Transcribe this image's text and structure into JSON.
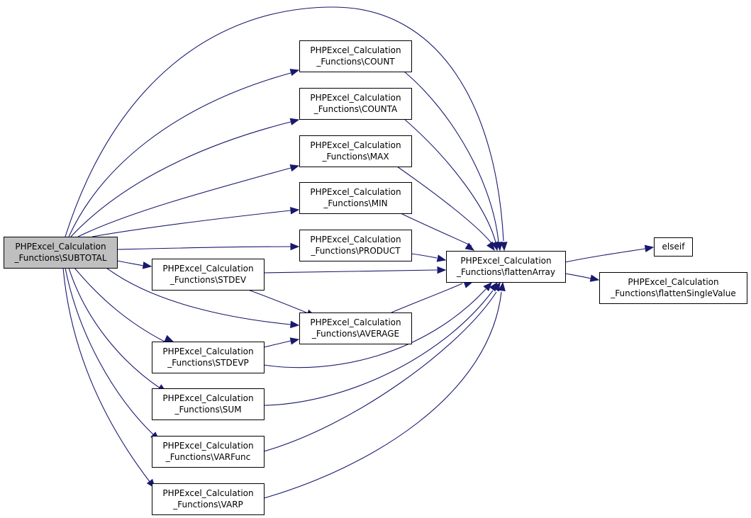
{
  "graph": {
    "nodes": [
      {
        "id": "subtotal",
        "lines": [
          "PHPExcel_Calculation",
          "_Functions\\SUBTOTAL"
        ],
        "highlighted": true
      },
      {
        "id": "count",
        "lines": [
          "PHPExcel_Calculation",
          "_Functions\\COUNT"
        ]
      },
      {
        "id": "counta",
        "lines": [
          "PHPExcel_Calculation",
          "_Functions\\COUNTA"
        ]
      },
      {
        "id": "max",
        "lines": [
          "PHPExcel_Calculation",
          "_Functions\\MAX"
        ]
      },
      {
        "id": "min",
        "lines": [
          "PHPExcel_Calculation",
          "_Functions\\MIN"
        ]
      },
      {
        "id": "product",
        "lines": [
          "PHPExcel_Calculation",
          "_Functions\\PRODUCT"
        ]
      },
      {
        "id": "stdev",
        "lines": [
          "PHPExcel_Calculation",
          "_Functions\\STDEV"
        ]
      },
      {
        "id": "average",
        "lines": [
          "PHPExcel_Calculation",
          "_Functions\\AVERAGE"
        ]
      },
      {
        "id": "stdevp",
        "lines": [
          "PHPExcel_Calculation",
          "_Functions\\STDEVP"
        ]
      },
      {
        "id": "sum",
        "lines": [
          "PHPExcel_Calculation",
          "_Functions\\SUM"
        ]
      },
      {
        "id": "varfunc",
        "lines": [
          "PHPExcel_Calculation",
          "_Functions\\VARFunc"
        ]
      },
      {
        "id": "varp",
        "lines": [
          "PHPExcel_Calculation",
          "_Functions\\VARP"
        ]
      },
      {
        "id": "flattenarray",
        "lines": [
          "PHPExcel_Calculation",
          "_Functions\\flattenArray"
        ]
      },
      {
        "id": "elseif",
        "lines": [
          "elseif"
        ]
      },
      {
        "id": "flattensinglevalue",
        "lines": [
          "PHPExcel_Calculation",
          "_Functions\\flattenSingleValue"
        ]
      }
    ],
    "edges": [
      {
        "from": "subtotal",
        "to": "count"
      },
      {
        "from": "subtotal",
        "to": "counta"
      },
      {
        "from": "subtotal",
        "to": "max"
      },
      {
        "from": "subtotal",
        "to": "min"
      },
      {
        "from": "subtotal",
        "to": "product"
      },
      {
        "from": "subtotal",
        "to": "stdev"
      },
      {
        "from": "subtotal",
        "to": "average"
      },
      {
        "from": "subtotal",
        "to": "stdevp"
      },
      {
        "from": "subtotal",
        "to": "sum"
      },
      {
        "from": "subtotal",
        "to": "varfunc"
      },
      {
        "from": "subtotal",
        "to": "varp"
      },
      {
        "from": "subtotal",
        "to": "flattenarray"
      },
      {
        "from": "count",
        "to": "flattenarray"
      },
      {
        "from": "counta",
        "to": "flattenarray"
      },
      {
        "from": "max",
        "to": "flattenarray"
      },
      {
        "from": "min",
        "to": "flattenarray"
      },
      {
        "from": "product",
        "to": "flattenarray"
      },
      {
        "from": "stdev",
        "to": "flattenarray"
      },
      {
        "from": "stdev",
        "to": "average"
      },
      {
        "from": "average",
        "to": "flattenarray"
      },
      {
        "from": "stdevp",
        "to": "average"
      },
      {
        "from": "stdevp",
        "to": "flattenarray"
      },
      {
        "from": "sum",
        "to": "flattenarray"
      },
      {
        "from": "varfunc",
        "to": "flattenarray"
      },
      {
        "from": "varp",
        "to": "flattenarray"
      },
      {
        "from": "flattenarray",
        "to": "elseif"
      },
      {
        "from": "flattenarray",
        "to": "flattensinglevalue"
      }
    ],
    "colors": {
      "edge": "#191970",
      "highlight_fill": "#bfbfbf",
      "node_fill": "#ffffff",
      "node_border": "#000000"
    }
  }
}
